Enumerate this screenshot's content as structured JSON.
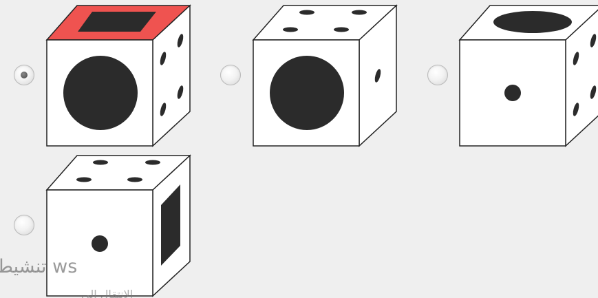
{
  "options": [
    {
      "id": "option-1",
      "selected": true
    },
    {
      "id": "option-2",
      "selected": false
    },
    {
      "id": "option-3",
      "selected": false
    },
    {
      "id": "option-4",
      "selected": false
    }
  ],
  "colors": {
    "background": "#efefef",
    "highlight_face": "#ef5350",
    "pip": "#2b2b2b",
    "cube_face": "#ffffff"
  },
  "watermark": {
    "text": "تنشيط ws",
    "subtext": "الانتقال إلى"
  }
}
